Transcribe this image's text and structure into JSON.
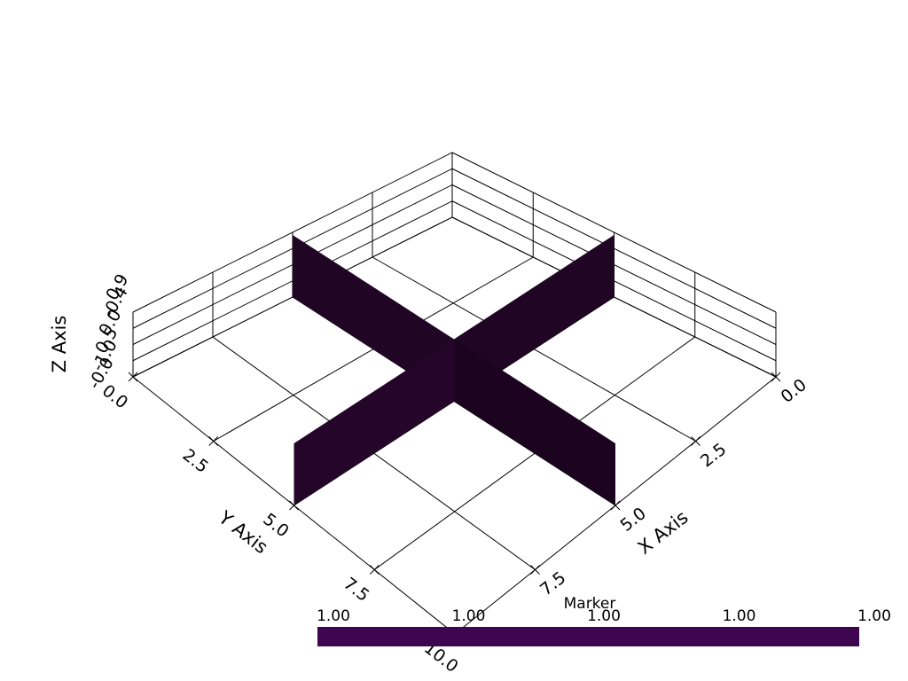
{
  "chart_data": {
    "type": "3d-surface",
    "geometry": "two vertical planes crossing at the center",
    "colormap_color": "#3e064e",
    "plane_color": "#200525",
    "axes": {
      "x": {
        "title": "X Axis",
        "ticks": [
          0.0,
          2.5,
          5.0,
          7.5
        ],
        "tick_labels": [
          "0.0",
          "2.5",
          "5.0",
          "7.5"
        ]
      },
      "y": {
        "title": "Y Axis",
        "ticks": [
          0.0,
          2.5,
          5.0,
          7.5,
          10.0
        ],
        "tick_labels": [
          "0.0",
          "2.5",
          "5.0",
          "7.5",
          "10.0"
        ]
      },
      "z": {
        "title": "Z Axis",
        "ticks": [
          0.0,
          0.5,
          0.9,
          1.0
        ],
        "tick_labels": [
          "-0.0",
          "-1.0",
          "0.5",
          "0.0",
          "-0.4",
          "0.9"
        ]
      }
    },
    "grid": true,
    "colorbar": {
      "title": "Marker",
      "labels": [
        "1.00",
        "1.00",
        "1.00",
        "1.00",
        "1.00"
      ],
      "placement": "bottom"
    }
  }
}
